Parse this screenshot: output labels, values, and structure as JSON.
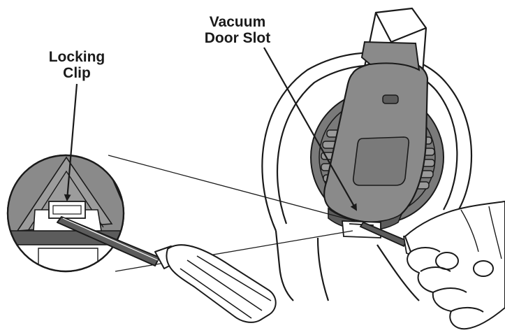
{
  "labels": {
    "locking_clip": {
      "line1": "Locking",
      "line2": "Clip"
    },
    "vacuum_door_slot": {
      "line1": "Vacuum",
      "line2": "Door Slot"
    }
  },
  "colors": {
    "ink": "#1a1a1a",
    "part_gray": "#8a8a8a",
    "part_dark": "#5c5c5c",
    "part_light": "#b5b5b5",
    "paper": "#ffffff"
  },
  "icons": {
    "screwdriver": "screwdriver-icon",
    "hand": "hand-icon"
  }
}
